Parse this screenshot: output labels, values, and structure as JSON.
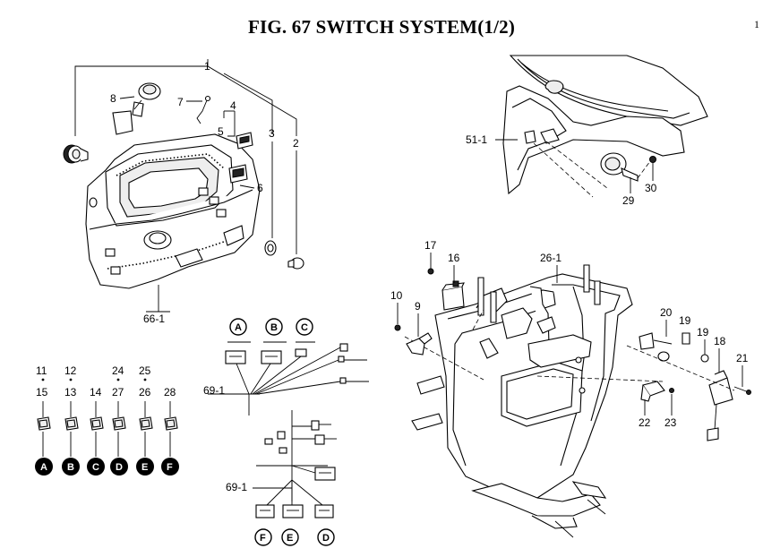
{
  "figure": {
    "title": "FIG. 67  SWITCH SYSTEM(1/2)",
    "page_number": "1"
  },
  "callouts": {
    "c1": "1",
    "c2": "2",
    "c3": "3",
    "c4": "4",
    "c5": "5",
    "c6": "6",
    "c7": "7",
    "c8": "8",
    "c9": "9",
    "c10": "10",
    "c16": "16",
    "c17": "17",
    "c18": "18",
    "c19a": "19",
    "c19b": "19",
    "c20": "20",
    "c21": "21",
    "c22": "22",
    "c23": "23",
    "c26_1": "26-1",
    "c29": "29",
    "c30": "30",
    "c51_1": "51-1",
    "c66_1": "66-1",
    "c69_1a": "69-1",
    "c69_1b": "69-1"
  },
  "connector_table": {
    "top_labels": [
      "11",
      "12",
      "24",
      "25"
    ],
    "bottom_labels": [
      "15",
      "13",
      "14",
      "27",
      "26",
      "28"
    ],
    "letters": [
      "A",
      "B",
      "C",
      "D",
      "E",
      "F"
    ]
  },
  "harness_upper": {
    "letters": [
      "A",
      "B",
      "C"
    ]
  },
  "harness_lower": {
    "letters": [
      "F",
      "E",
      "D"
    ]
  }
}
